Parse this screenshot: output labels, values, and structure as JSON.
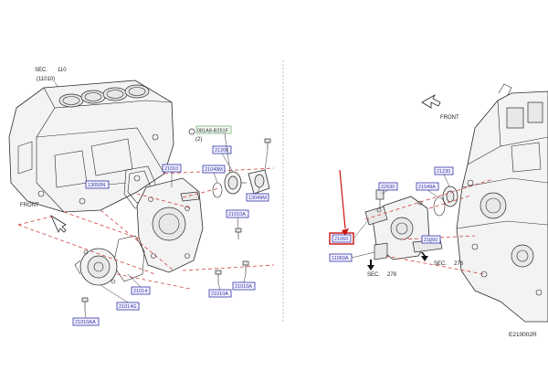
{
  "colors": {
    "callout_border": "#3333aa",
    "callout_text": "#3333aa",
    "sec_number": "#7a2fa0",
    "dash_line": "#d04040",
    "highlight": "#cc1111",
    "line": "#2b2b2b",
    "panel_divider": "#b0b0b0"
  },
  "left_panel": {
    "sec_label": "SEC.",
    "sec_number": "110",
    "sec_part": "(11010)",
    "front_label": "FRONT",
    "fastener_code": "081A8-B251F",
    "fastener_qty": "(2)",
    "callouts": [
      {
        "id": "l1",
        "text": "21010"
      },
      {
        "id": "l2",
        "text": "13050N"
      },
      {
        "id": "l3",
        "text": "21200"
      },
      {
        "id": "l4",
        "text": "21049M"
      },
      {
        "id": "l5",
        "text": "13049M"
      },
      {
        "id": "l6",
        "text": "21010A"
      },
      {
        "id": "l7",
        "text": "21014"
      },
      {
        "id": "l8",
        "text": "21014G"
      },
      {
        "id": "l9",
        "text": "21010A"
      },
      {
        "id": "l10",
        "text": "21010A"
      },
      {
        "id": "l11",
        "text": "21010AA"
      }
    ]
  },
  "right_panel": {
    "front_label": "FRONT",
    "sec_left_label": "SEC.",
    "sec_left_number": "278",
    "sec_right_label": "SEC.",
    "sec_right_number": "278",
    "highlighted_callout": "21060",
    "callouts": [
      {
        "id": "r1",
        "text": "22630"
      },
      {
        "id": "r2",
        "text": "21230"
      },
      {
        "id": "r3",
        "text": "21049A"
      },
      {
        "id": "r4",
        "text": "21060"
      },
      {
        "id": "r5",
        "text": "11060A"
      },
      {
        "id": "r6",
        "text": "21060"
      }
    ]
  },
  "figure_code": "E210002R"
}
